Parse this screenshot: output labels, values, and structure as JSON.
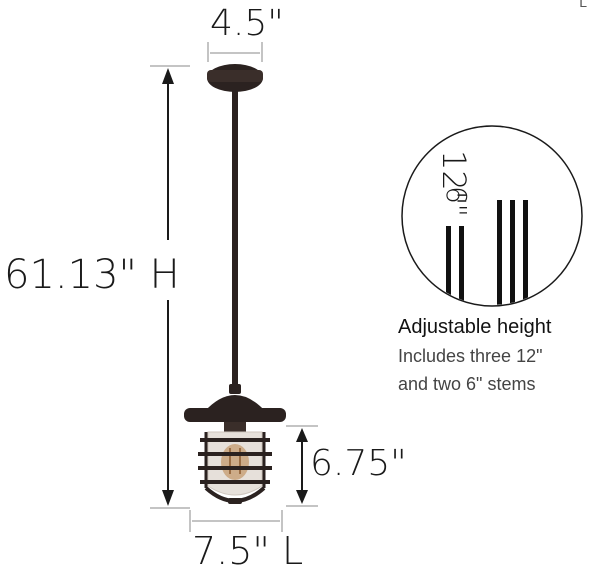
{
  "dimensions": {
    "canopy_width": "4.5\"",
    "overall_height": "61.13\" H",
    "shade_height": "6.75\"",
    "shade_length": "7.5\" L"
  },
  "stems_inset": {
    "label_long": "12\"",
    "label_short": "6\""
  },
  "note": {
    "title": "Adjustable height",
    "line1": "Includes three 12\"",
    "line2": "and two 6\" stems"
  },
  "corner_mark": "L",
  "colors": {
    "fixture": "#2b2220",
    "bulb_glow": "#c8a27a",
    "dimension_line": "#1a1a1a",
    "tick_line": "#888888"
  }
}
